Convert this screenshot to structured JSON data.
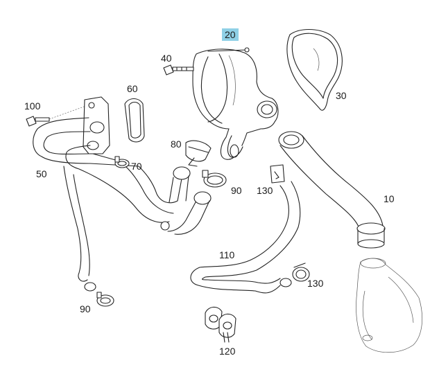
{
  "labels": {
    "p20": "20",
    "p40": "40",
    "p30": "30",
    "p60": "60",
    "p100": "100",
    "p80": "80",
    "p70": "70",
    "p50": "50",
    "p90a": "90",
    "p130a": "130",
    "p10": "10",
    "p110": "110",
    "p130b": "130",
    "p90b": "90",
    "p120": "120"
  },
  "colors": {
    "highlight": "#8fd0e6",
    "line": "#222222"
  }
}
